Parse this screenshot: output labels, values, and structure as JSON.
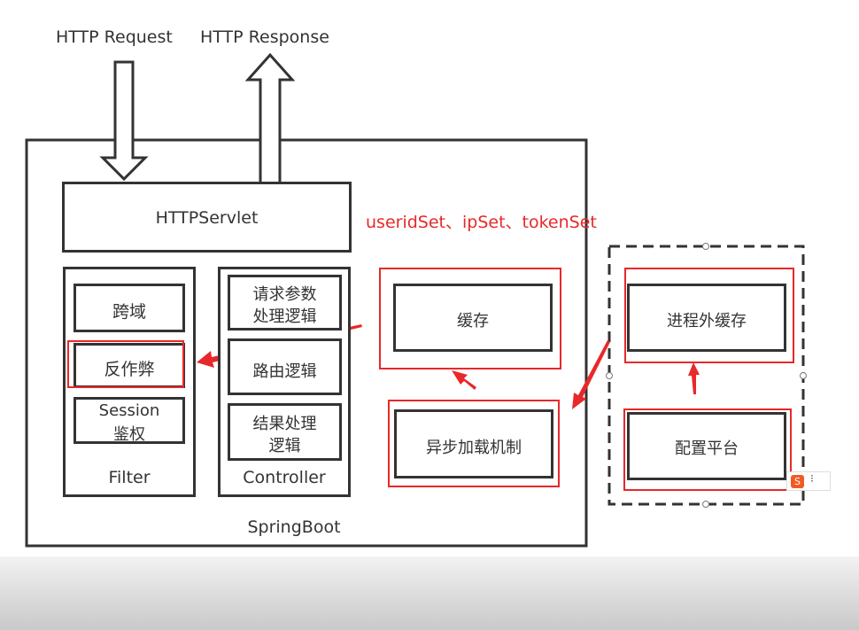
{
  "http_request": "HTTP Request",
  "http_response": "HTTP Response",
  "httpservlet": "HTTPServlet",
  "annotation": "useridSet、ipSet、tokenSet",
  "filter": {
    "cross_domain": "跨域",
    "anti_cheat": "反作弊",
    "session_line1": "Session",
    "session_line2": "鉴权",
    "label": "Filter"
  },
  "controller": {
    "param_line1": "请求参数",
    "param_line2": "处理逻辑",
    "routing": "路由逻辑",
    "result_line1": "结果处理",
    "result_line2": "逻辑",
    "label": "Controller"
  },
  "cache": "缓存",
  "async_loading": "异步加载机制",
  "springboot": "SpringBoot",
  "external_cache": "进程外缓存",
  "config_platform": "配置平台",
  "colors": {
    "highlight": "#e8282a",
    "stroke": "#333333"
  }
}
